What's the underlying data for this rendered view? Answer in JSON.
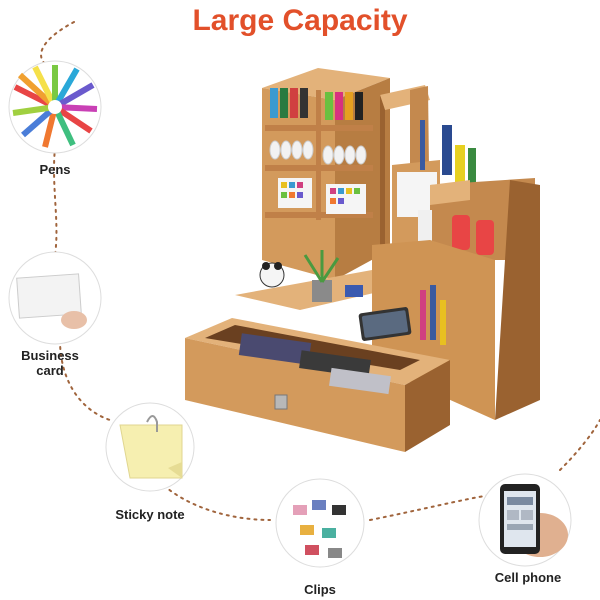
{
  "title": "Large Capacity",
  "colors": {
    "title": "#e2502a",
    "dotted_line": "#a0643c",
    "wood_light": "#d8a265",
    "wood_mid": "#c4894e",
    "wood_dark": "#9a6230"
  },
  "callouts": {
    "pens": "Pens",
    "business_card": [
      "Business",
      "card"
    ],
    "sticky_note": "Sticky note",
    "clips": "Clips",
    "cell_phone": "Cell phone"
  }
}
